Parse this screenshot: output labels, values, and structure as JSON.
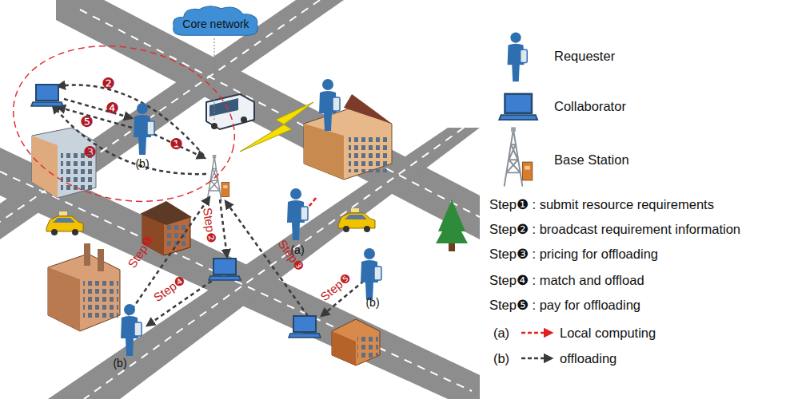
{
  "diagram": {
    "nodes": [
      {
        "text": [
          "Core network"
        ]
      }
    ],
    "labels": [
      "❷",
      "❹",
      "❺",
      "❸",
      "❶",
      "(b)",
      "(a)",
      "(b)",
      "(b)",
      "Step❶",
      "Step❷",
      "Step❸",
      "Step❹",
      "Step❺",
      "(a)",
      "(b)"
    ],
    "legend": [
      {
        "text": "Requester"
      },
      {
        "text": "Collaborator"
      },
      {
        "text": "Base Station"
      },
      {
        "text": "Step❶ : submit resource requirements"
      },
      {
        "text": "Step❷ : broadcast requirement information"
      },
      {
        "text": "Step❸ : pricing for offloading"
      },
      {
        "text": "Step❹ : match and offload"
      },
      {
        "text": "Step❺ : pay for offloading"
      },
      {
        "text": "Local computing"
      },
      {
        "text": "offloading"
      }
    ]
  }
}
